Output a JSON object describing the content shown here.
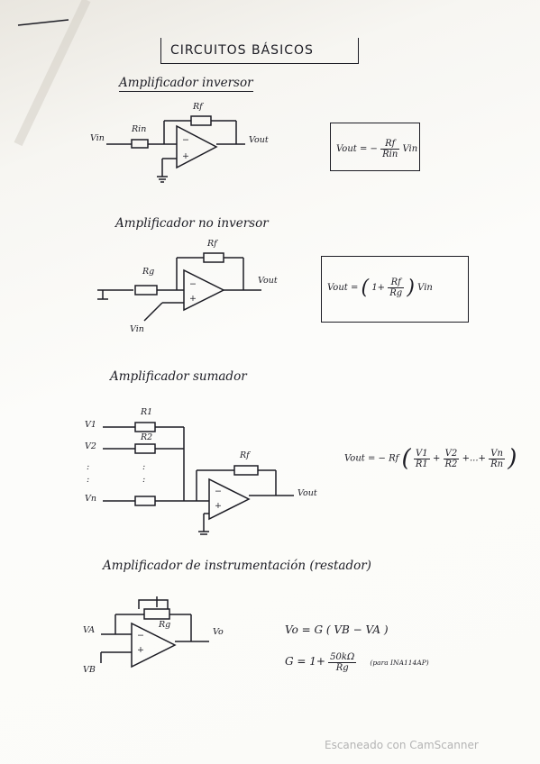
{
  "title": "CIRCUITOS BÁSICOS",
  "sections": {
    "inverting": {
      "heading": "Amplificador inversor",
      "labels": {
        "rf": "Rf",
        "rin": "Rin",
        "vin": "Vin",
        "vout": "Vout",
        "minus": "−",
        "plus": "+"
      },
      "formula": {
        "lhs": "Vout =",
        "sign": "−",
        "num": "Rf",
        "den": "Rin",
        "tail": "Vin"
      }
    },
    "noninverting": {
      "heading": "Amplificador no inversor",
      "labels": {
        "rf": "Rf",
        "rg": "Rg",
        "vin": "Vin",
        "vout": "Vout",
        "minus": "−",
        "plus": "+"
      },
      "formula": {
        "lhs": "Vout =",
        "open": "(",
        "one": "1+",
        "num": "Rf",
        "den": "Rg",
        "close": ")",
        "tail": "Vin"
      }
    },
    "summing": {
      "heading": "Amplificador sumador",
      "labels": {
        "v1": "V1",
        "v2": "V2",
        "dots": ":",
        "vn": "Vn",
        "r1": "R1",
        "r2": "R2",
        "rf": "Rf",
        "vout": "Vout",
        "minus": "−",
        "plus": "+"
      },
      "formula": {
        "lhs": "Vout = − Rf",
        "t1n": "V1",
        "t1d": "R1",
        "plus1": "+",
        "t2n": "V2",
        "t2d": "R2",
        "mid": "+...+",
        "tnn": "Vn",
        "tnd": "Rn"
      }
    },
    "instrumentation": {
      "heading": "Amplificador de instrumentación (restador)",
      "labels": {
        "va": "VA",
        "vb": "VB",
        "vo": "Vo",
        "rg": "Rg",
        "minus": "−",
        "plus": "+"
      },
      "formula1": "Vo = G ( VB − VA )",
      "formula2": {
        "lhs": "G = 1+",
        "num": "50kΩ",
        "den": "Rg",
        "note": "(para INA114AP)"
      }
    }
  },
  "watermark": "Escaneado con CamScanner"
}
